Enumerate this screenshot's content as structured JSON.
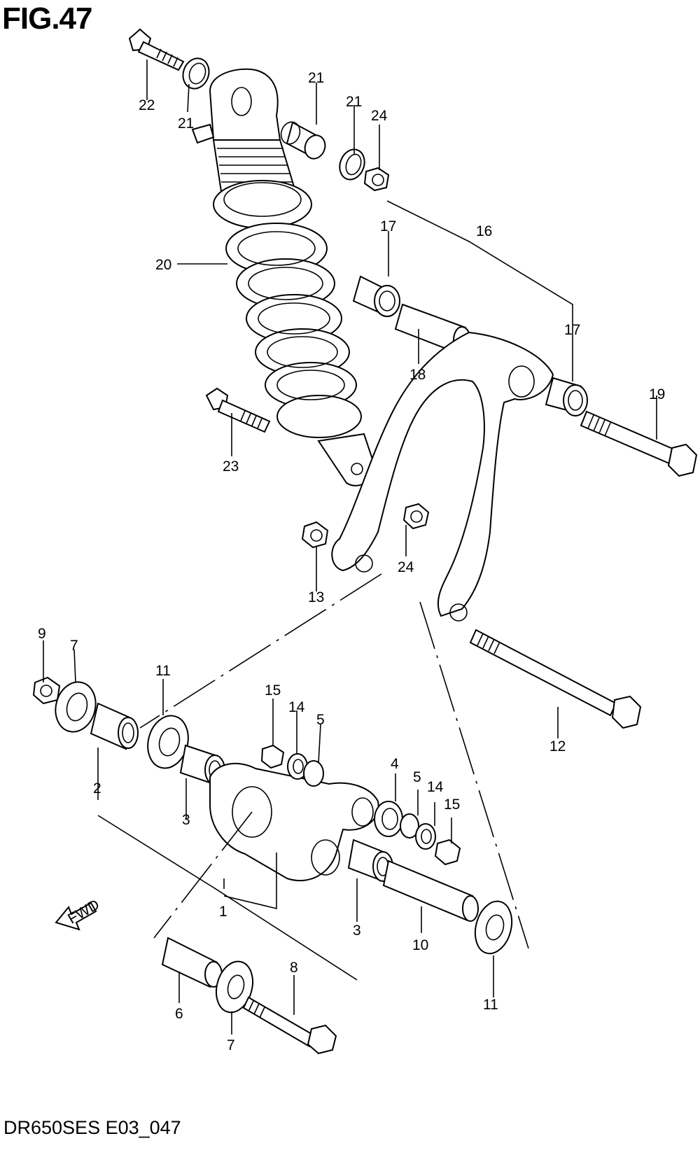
{
  "header": {
    "figure_label": "FIG.47"
  },
  "footer": {
    "model_code": "DR650SES E03_047"
  },
  "fwd_arrow": {
    "label": "FWD"
  },
  "callouts": [
    {
      "ref": "22"
    },
    {
      "ref": "21"
    },
    {
      "ref": "21"
    },
    {
      "ref": "21"
    },
    {
      "ref": "24"
    },
    {
      "ref": "17"
    },
    {
      "ref": "16"
    },
    {
      "ref": "17"
    },
    {
      "ref": "20"
    },
    {
      "ref": "18"
    },
    {
      "ref": "19"
    },
    {
      "ref": "23"
    },
    {
      "ref": "24"
    },
    {
      "ref": "13"
    },
    {
      "ref": "9"
    },
    {
      "ref": "7"
    },
    {
      "ref": "11"
    },
    {
      "ref": "15"
    },
    {
      "ref": "14"
    },
    {
      "ref": "5"
    },
    {
      "ref": "12"
    },
    {
      "ref": "2"
    },
    {
      "ref": "3"
    },
    {
      "ref": "4"
    },
    {
      "ref": "5"
    },
    {
      "ref": "14"
    },
    {
      "ref": "15"
    },
    {
      "ref": "1"
    },
    {
      "ref": "3"
    },
    {
      "ref": "10"
    },
    {
      "ref": "6"
    },
    {
      "ref": "8"
    },
    {
      "ref": "7"
    },
    {
      "ref": "11"
    }
  ]
}
